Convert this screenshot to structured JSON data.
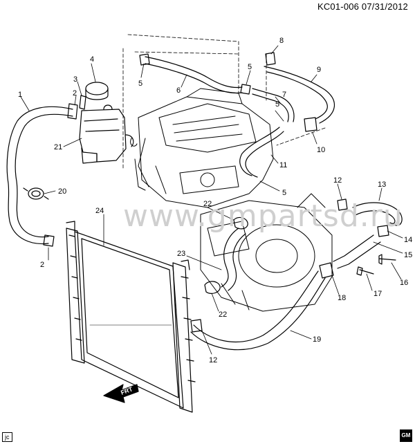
{
  "header": {
    "code": "KC01-006",
    "date": "07/31/2012"
  },
  "watermark": "www.gmpartsd.ru",
  "frt_label": "FRT",
  "corner_tag": "jc",
  "logo_text": "GM",
  "callouts": [
    {
      "id": "c1",
      "label": "1"
    },
    {
      "id": "c2a",
      "label": "2"
    },
    {
      "id": "c2b",
      "label": "2"
    },
    {
      "id": "c3",
      "label": "3"
    },
    {
      "id": "c4",
      "label": "4"
    },
    {
      "id": "c5a",
      "label": "5"
    },
    {
      "id": "c5b",
      "label": "5"
    },
    {
      "id": "c5c",
      "label": "5"
    },
    {
      "id": "c5d",
      "label": "5"
    },
    {
      "id": "c6",
      "label": "6"
    },
    {
      "id": "c7",
      "label": "7"
    },
    {
      "id": "c8",
      "label": "8"
    },
    {
      "id": "c9",
      "label": "9"
    },
    {
      "id": "c10",
      "label": "10"
    },
    {
      "id": "c11",
      "label": "11"
    },
    {
      "id": "c12a",
      "label": "12"
    },
    {
      "id": "c12b",
      "label": "12"
    },
    {
      "id": "c13",
      "label": "13"
    },
    {
      "id": "c14",
      "label": "14"
    },
    {
      "id": "c15",
      "label": "15"
    },
    {
      "id": "c16",
      "label": "16"
    },
    {
      "id": "c17",
      "label": "17"
    },
    {
      "id": "c18",
      "label": "18"
    },
    {
      "id": "c19",
      "label": "19"
    },
    {
      "id": "c20",
      "label": "20"
    },
    {
      "id": "c21",
      "label": "21"
    },
    {
      "id": "c22a",
      "label": "22"
    },
    {
      "id": "c22b",
      "label": "22"
    },
    {
      "id": "c23",
      "label": "23"
    },
    {
      "id": "c24",
      "label": "24"
    }
  ]
}
